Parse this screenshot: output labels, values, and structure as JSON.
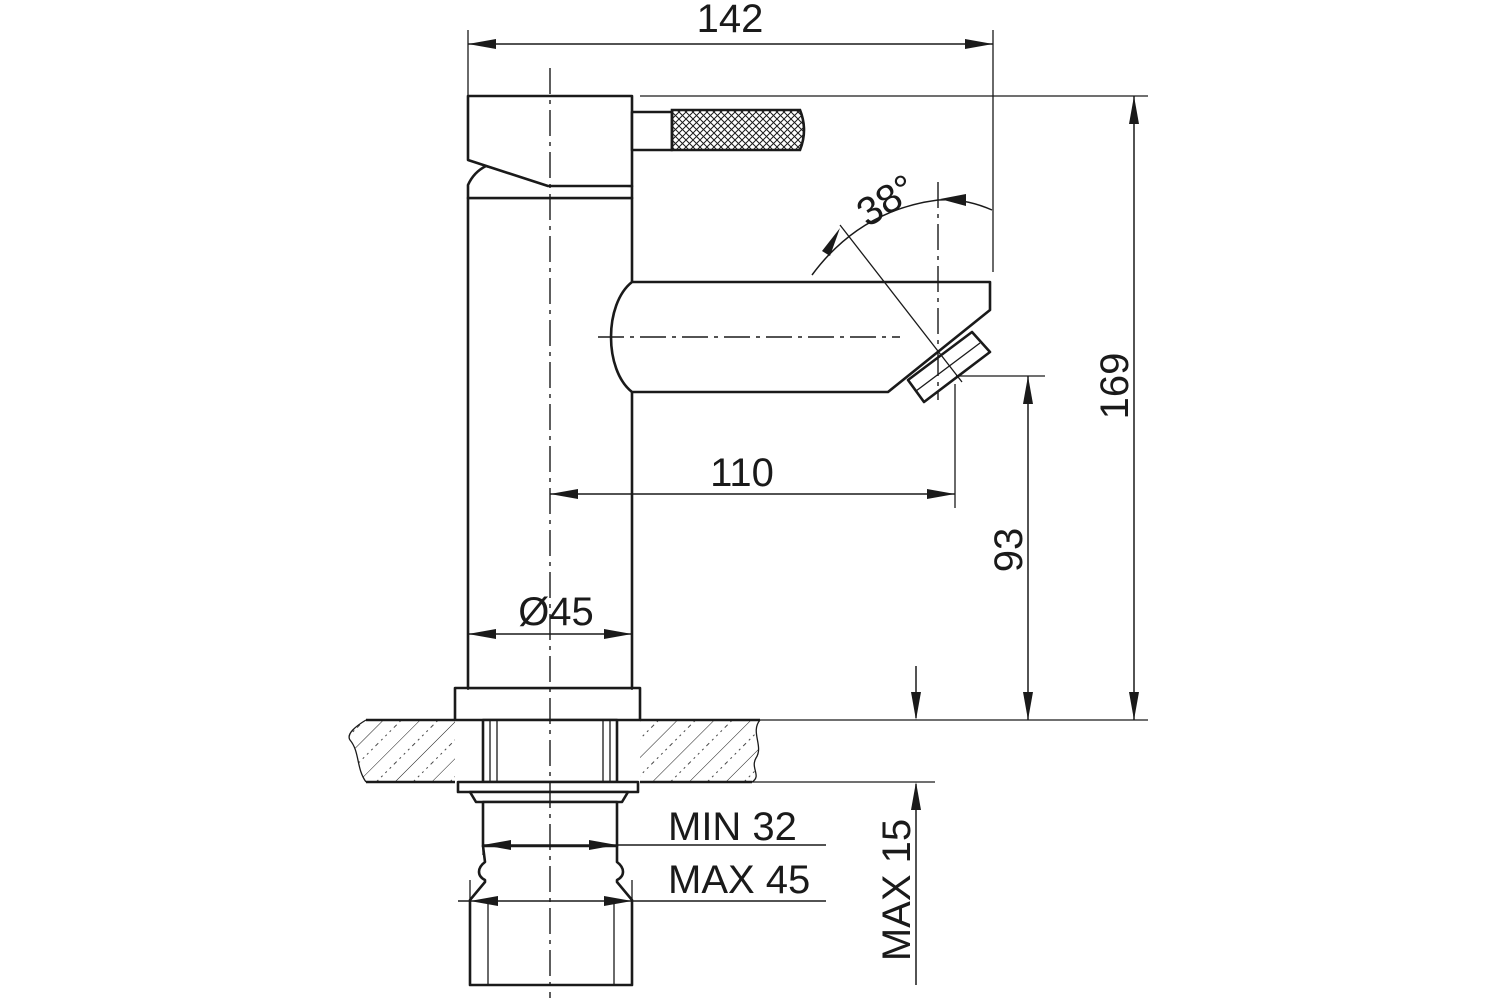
{
  "dimensions": {
    "overall_width": "142",
    "overall_height": "169",
    "spout_reach": "110",
    "spout_height": "93",
    "body_diameter": "Ø45",
    "handle_angle": "38°",
    "hole_min": "MIN 32",
    "hole_max": "MAX 45",
    "deck_thickness": "MAX 15"
  },
  "colors": {
    "line": "#1a1a1a",
    "background": "#ffffff"
  }
}
